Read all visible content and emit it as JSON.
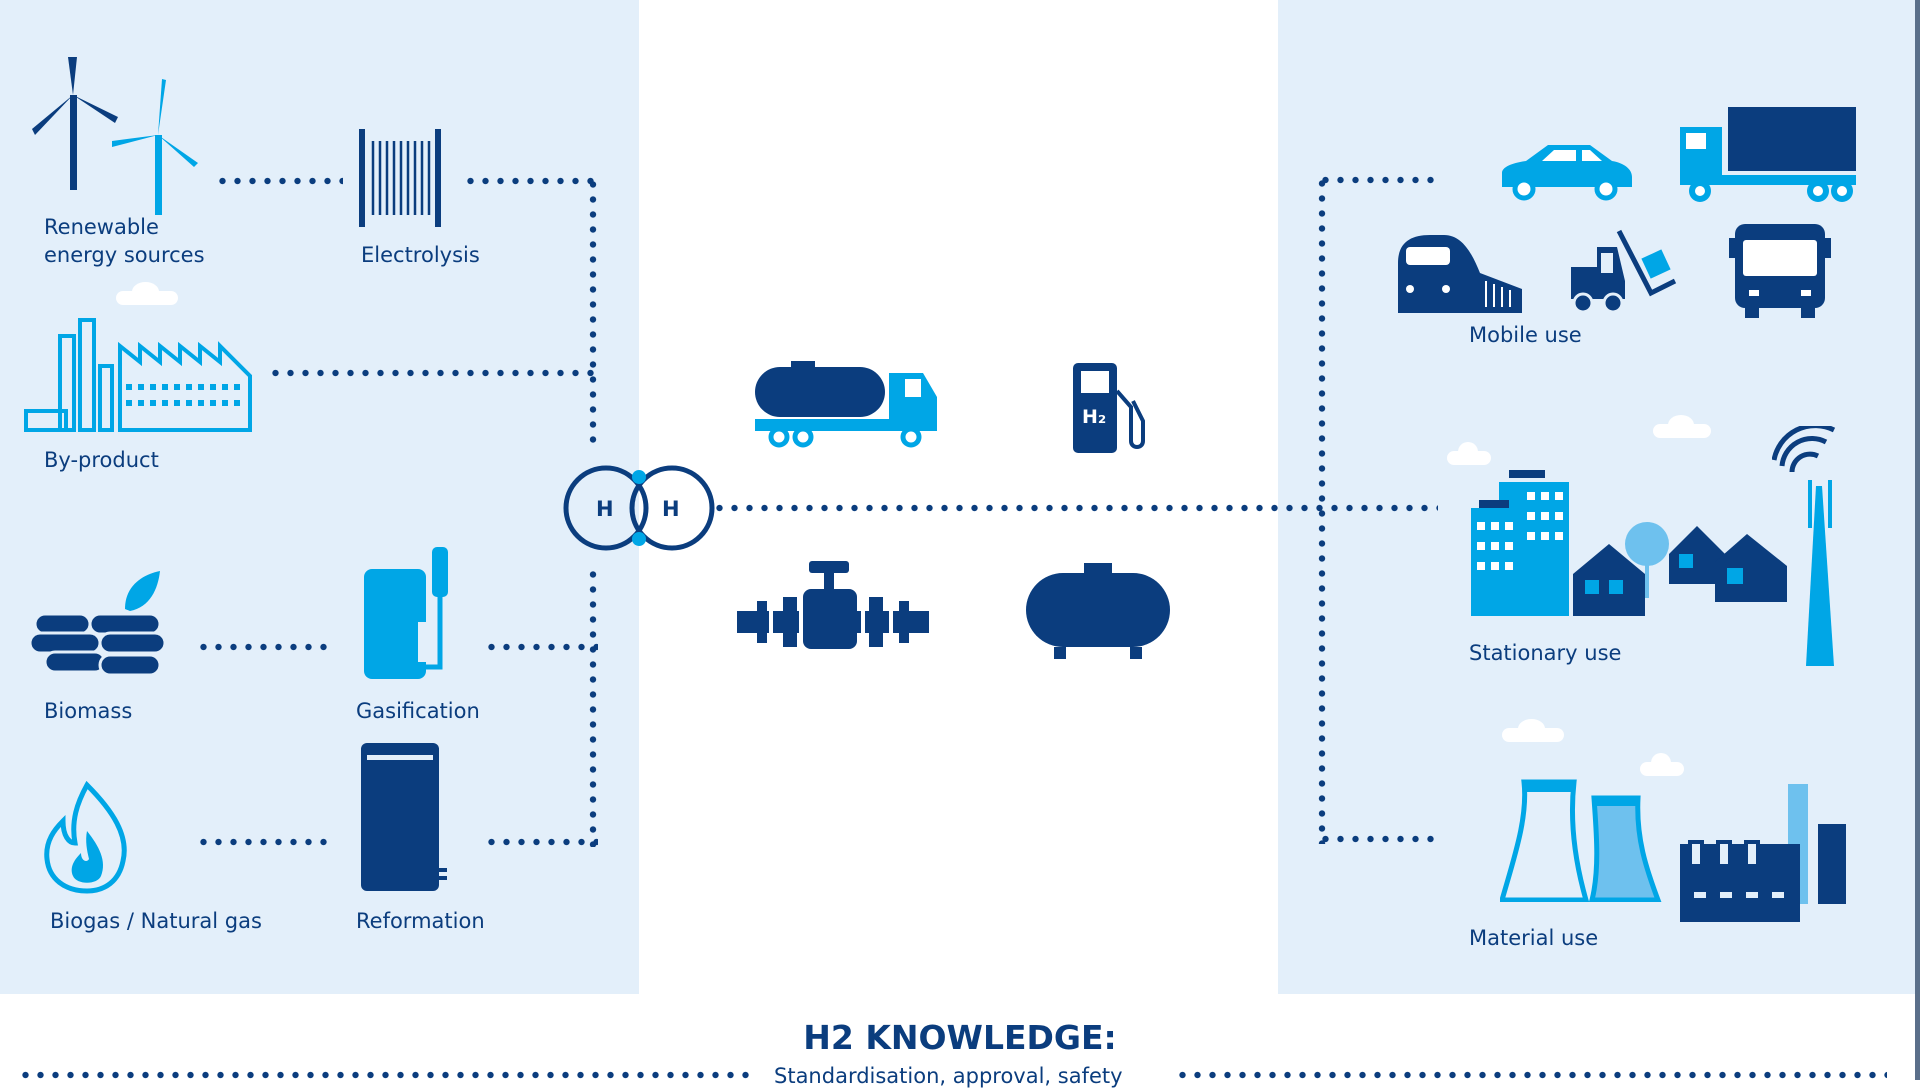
{
  "sources": {
    "renewable_line1": "Renewable",
    "renewable_line2": "energy sources",
    "electrolysis": "Electrolysis",
    "byproduct": "By-product",
    "biomass": "Biomass",
    "gasification": "Gasification",
    "biogas": "Biogas / Natural gas",
    "reformation": "Reformation"
  },
  "hydrogen": {
    "atom1": "H",
    "atom2": "H",
    "pump_label": "H₂"
  },
  "uses": {
    "mobile": "Mobile use",
    "stationary": "Stationary use",
    "material": "Material use"
  },
  "footer": {
    "title": "H2 KNOWLEDGE:",
    "subtitle": "Standardisation, approval, safety"
  },
  "colors": {
    "navy": "#0b3d7e",
    "cyan": "#00a6e6",
    "panel": "#e3effa"
  }
}
